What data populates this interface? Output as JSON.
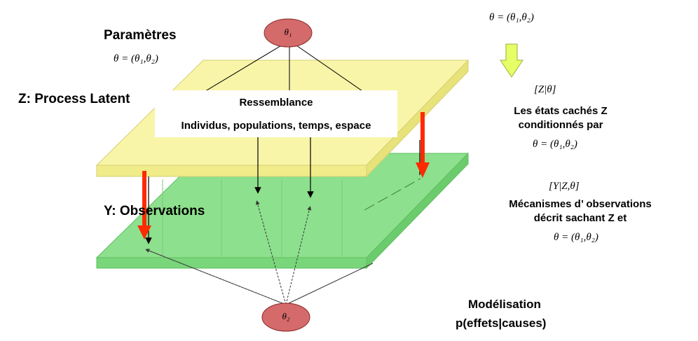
{
  "header": {
    "params_title": "Paramètres",
    "params_eq": "θ = (θ₁,θ₂)"
  },
  "planes": {
    "latent_label": "Z: Process Latent",
    "observations_label": "Y: Observations",
    "box_title": "Ressemblance",
    "box_subtitle": "Individus, populations, temps, espace"
  },
  "nodes": {
    "theta1": "θ₁",
    "theta2": "θ₂"
  },
  "right_panel": {
    "top_eq": "θ = (θ₁,θ₂)",
    "z_cond": "[Z|θ]",
    "hidden_line1": "Les états cachés Z",
    "hidden_line2": "conditionnés par",
    "hidden_eq": "θ = (θ₁,θ₂)",
    "y_cond": "[Y|Z,θ]",
    "obs_line1": "Mécanismes d’ observations",
    "obs_line2": "décrit sachant Z et",
    "obs_eq": "θ = (θ₁,θ₂)"
  },
  "footer": {
    "model_line1": "Modélisation",
    "model_line2": "p(effets|causes)"
  },
  "colors": {
    "latent_plane": "#F8F5A8",
    "latent_edge": "#D6D070",
    "obs_plane": "#8DE08D",
    "obs_edge": "#5FBF5F",
    "node_fill": "#D46A6A",
    "red_arrow": "#FF2A00",
    "down_arrow_fill": "#E6FF66"
  }
}
